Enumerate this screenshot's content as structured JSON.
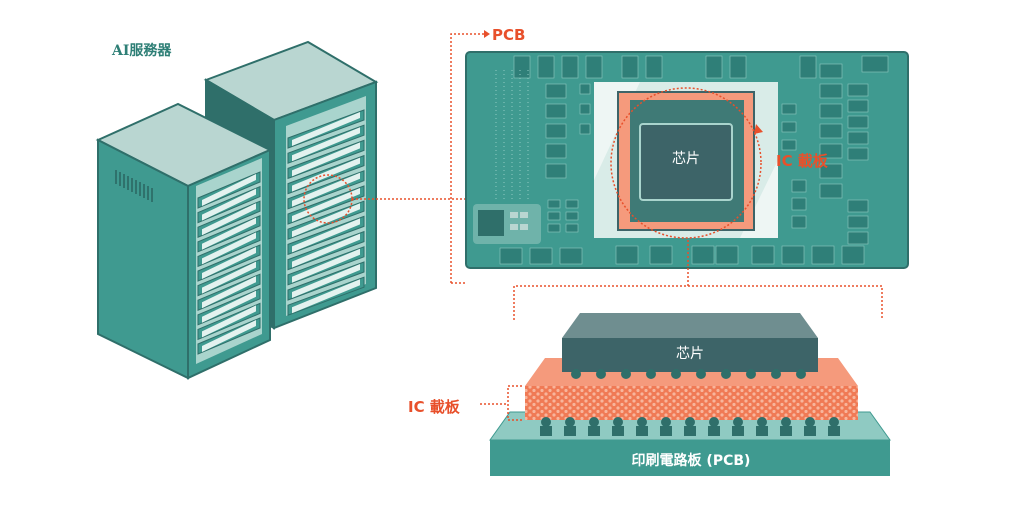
{
  "labels": {
    "server_title": "AI服務器",
    "pcb_title": "PCB",
    "ic_substrate_top": "IC 載板",
    "chip_top": "芯片",
    "chip_bottom": "芯片",
    "ic_substrate_bottom": "IC 載板",
    "pcb_bottom": "印刷電路板 (PCB)"
  },
  "colors": {
    "teal_dark": "#2f6f6a",
    "teal": "#3f9a90",
    "teal_light": "#8fcac2",
    "chip": "#3d6468",
    "orange": "#e8502b",
    "orange_light": "#f59a7c"
  }
}
